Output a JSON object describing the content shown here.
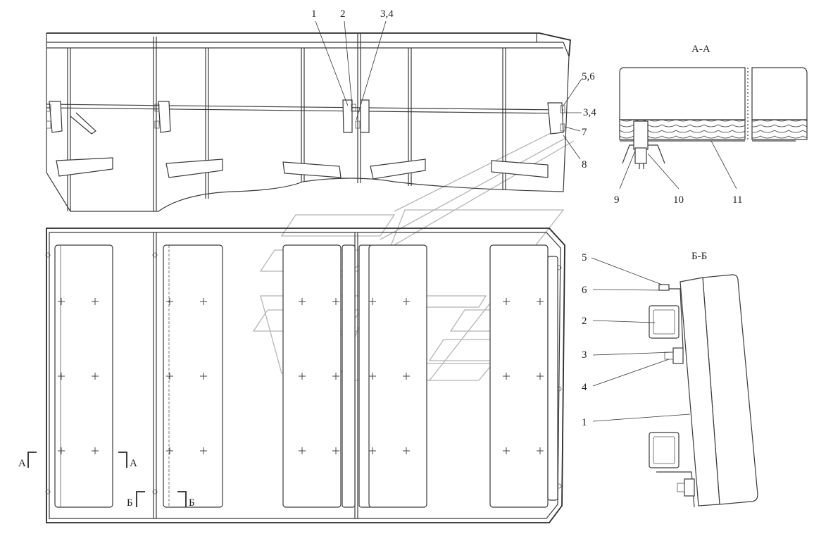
{
  "side_view": {
    "callouts": {
      "c1": "1",
      "c2": "2",
      "c34_top": "3,4",
      "c56": "5,6",
      "c34_right": "3,4",
      "c7": "7",
      "c8": "8"
    }
  },
  "section_aa": {
    "title": "А-А",
    "callouts": {
      "c9": "9",
      "c10": "10",
      "c11": "11"
    }
  },
  "section_bb": {
    "title": "Б-Б",
    "callouts": {
      "c5": "5",
      "c6": "6",
      "c2": "2",
      "c3": "3",
      "c4": "4",
      "c1": "1"
    }
  },
  "plan_view": {
    "section_marks": {
      "a_left": "А",
      "a_right": "А",
      "b_left": "Б",
      "b_right": "Б"
    }
  }
}
